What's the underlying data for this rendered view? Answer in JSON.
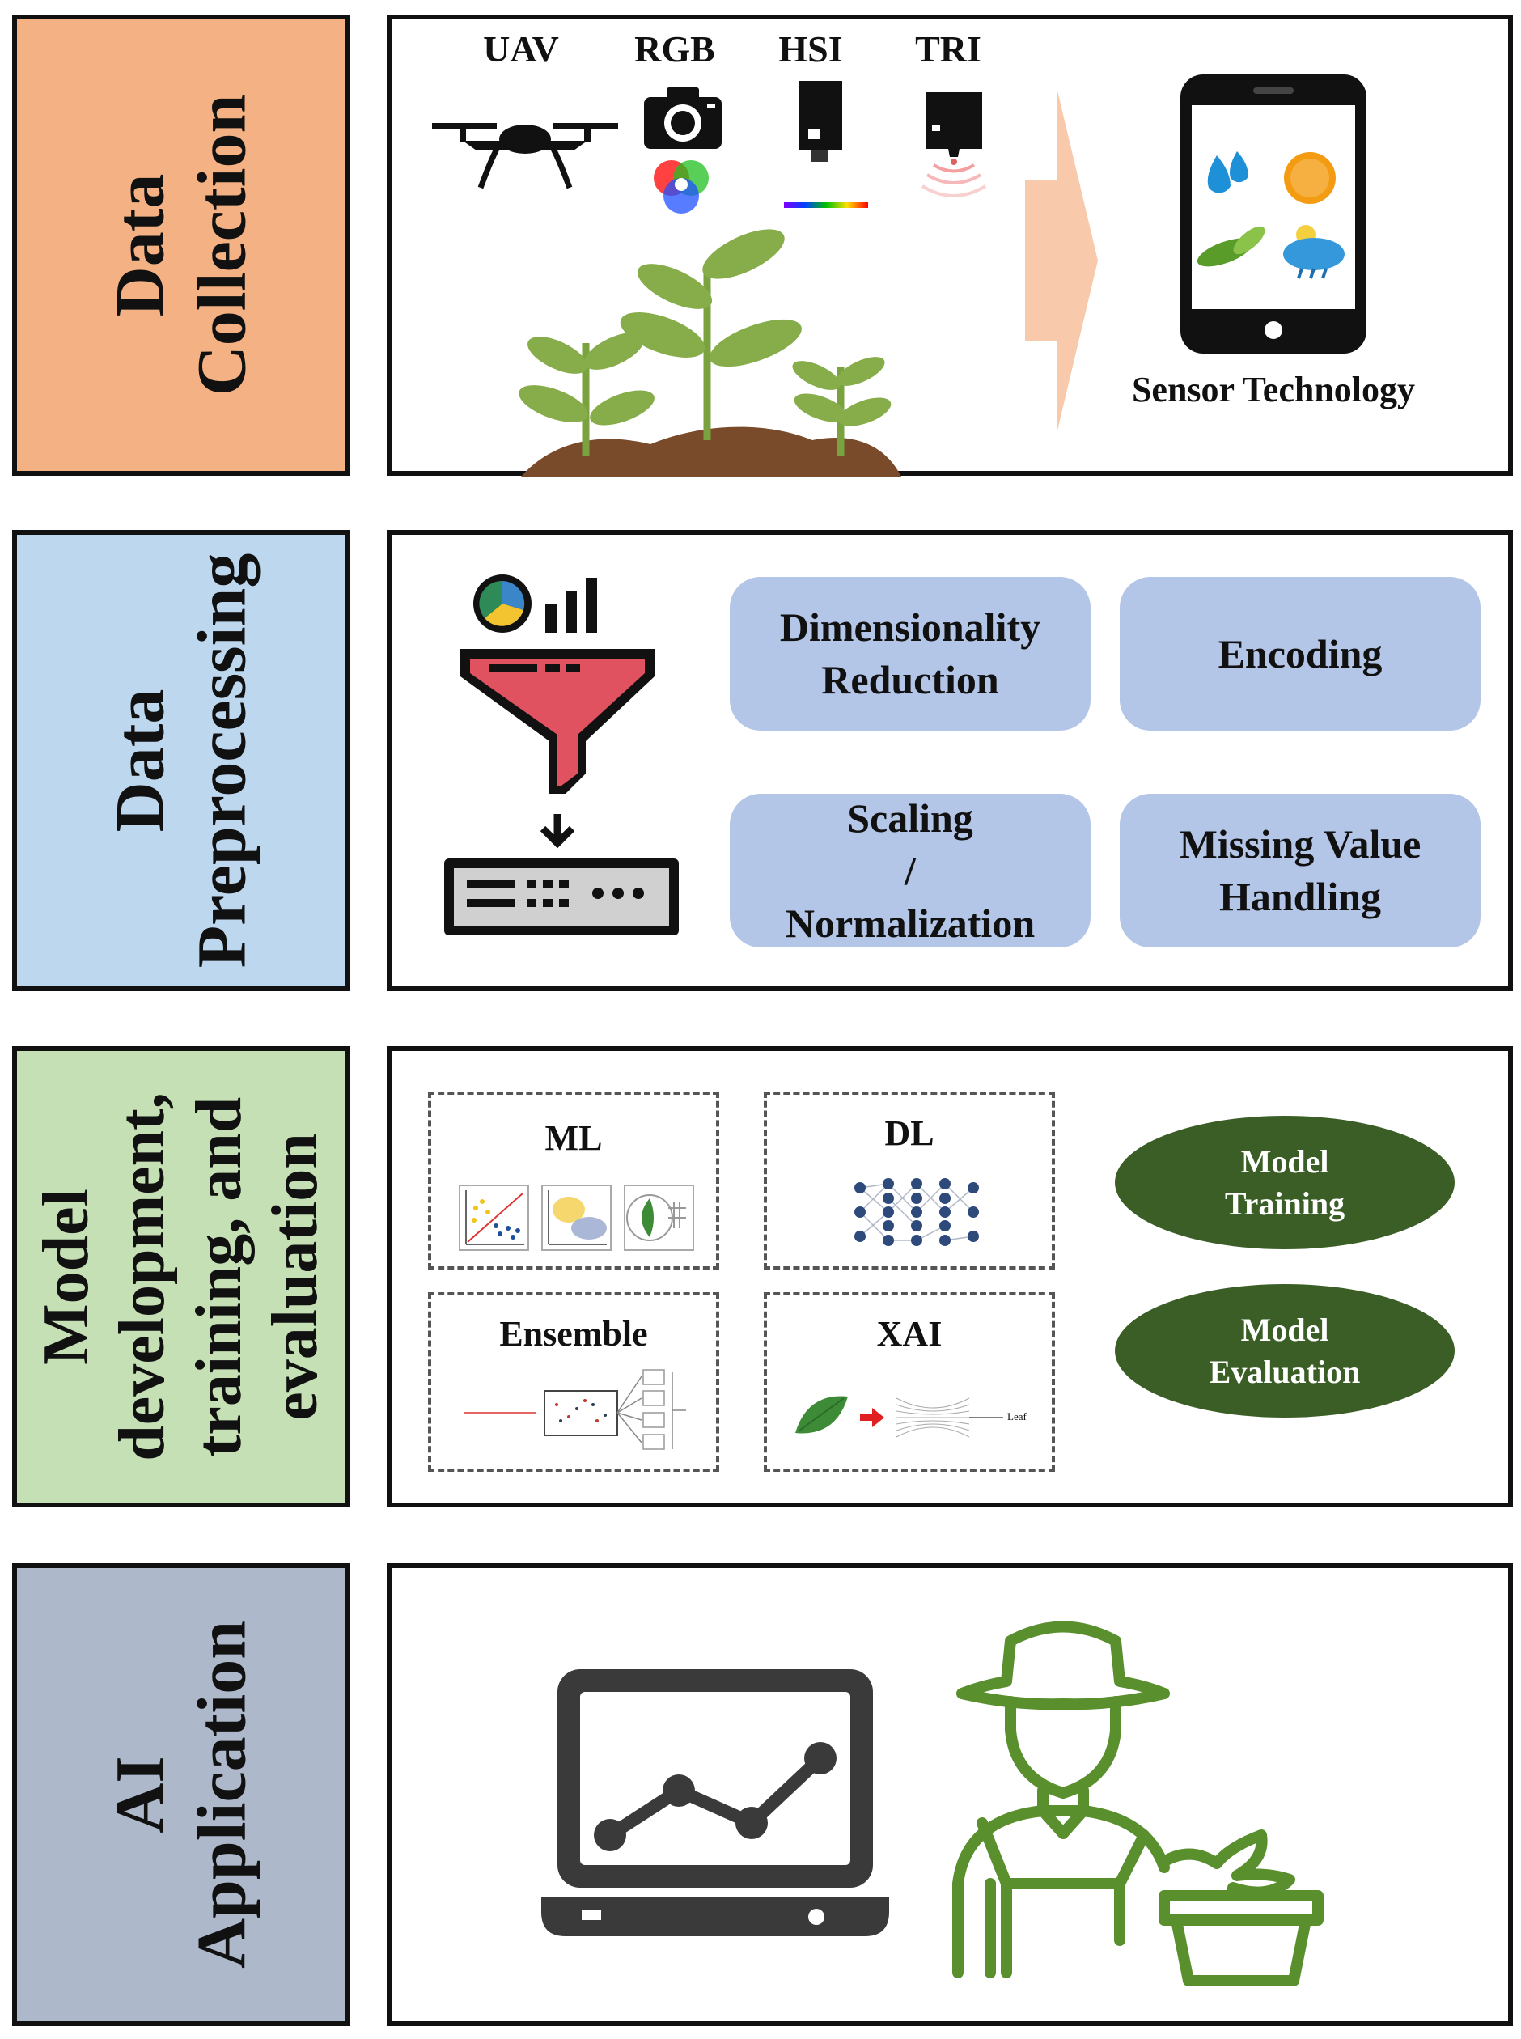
{
  "stages": {
    "collection": {
      "label_line1": "Data",
      "label_line2": "Collection",
      "color": "#f4b183"
    },
    "preprocessing": {
      "label_line1": "Data",
      "label_line2": "Preprocessing",
      "color": "#bdd7ee"
    },
    "model": {
      "label_line1": "Model",
      "label_line2": "development,",
      "label_line3": "training, and",
      "label_line4": "evaluation",
      "color": "#c5e0b4"
    },
    "application": {
      "label_line1": "AI",
      "label_line2": "Application",
      "color": "#adb9ca"
    }
  },
  "collection": {
    "sensors": [
      "UAV",
      "RGB",
      "HSI",
      "TRI"
    ],
    "sensor_tech_label": "Sensor Technology"
  },
  "preprocessing": {
    "steps": [
      {
        "line1": "Dimensionality",
        "line2": "Reduction"
      },
      {
        "line1": "Encoding"
      },
      {
        "line1": "Scaling",
        "line2": "/",
        "line3": "Normalization"
      },
      {
        "line1": "Missing Value",
        "line2": "Handling"
      }
    ],
    "pill_color": "#b4c6e7"
  },
  "model": {
    "boxes": [
      "ML",
      "DL",
      "Ensemble",
      "XAI"
    ],
    "training": {
      "line1": "Model",
      "line2": "Training"
    },
    "evaluation": {
      "line1": "Model",
      "line2": "Evaluation"
    },
    "ellipse_color": "#3b5e26",
    "xai_output_label": "Leaf"
  },
  "application": {
    "icons": [
      "laptop-line-chart-icon",
      "farmer-with-plant-icon"
    ],
    "farmer_color": "#5a8f2e"
  }
}
